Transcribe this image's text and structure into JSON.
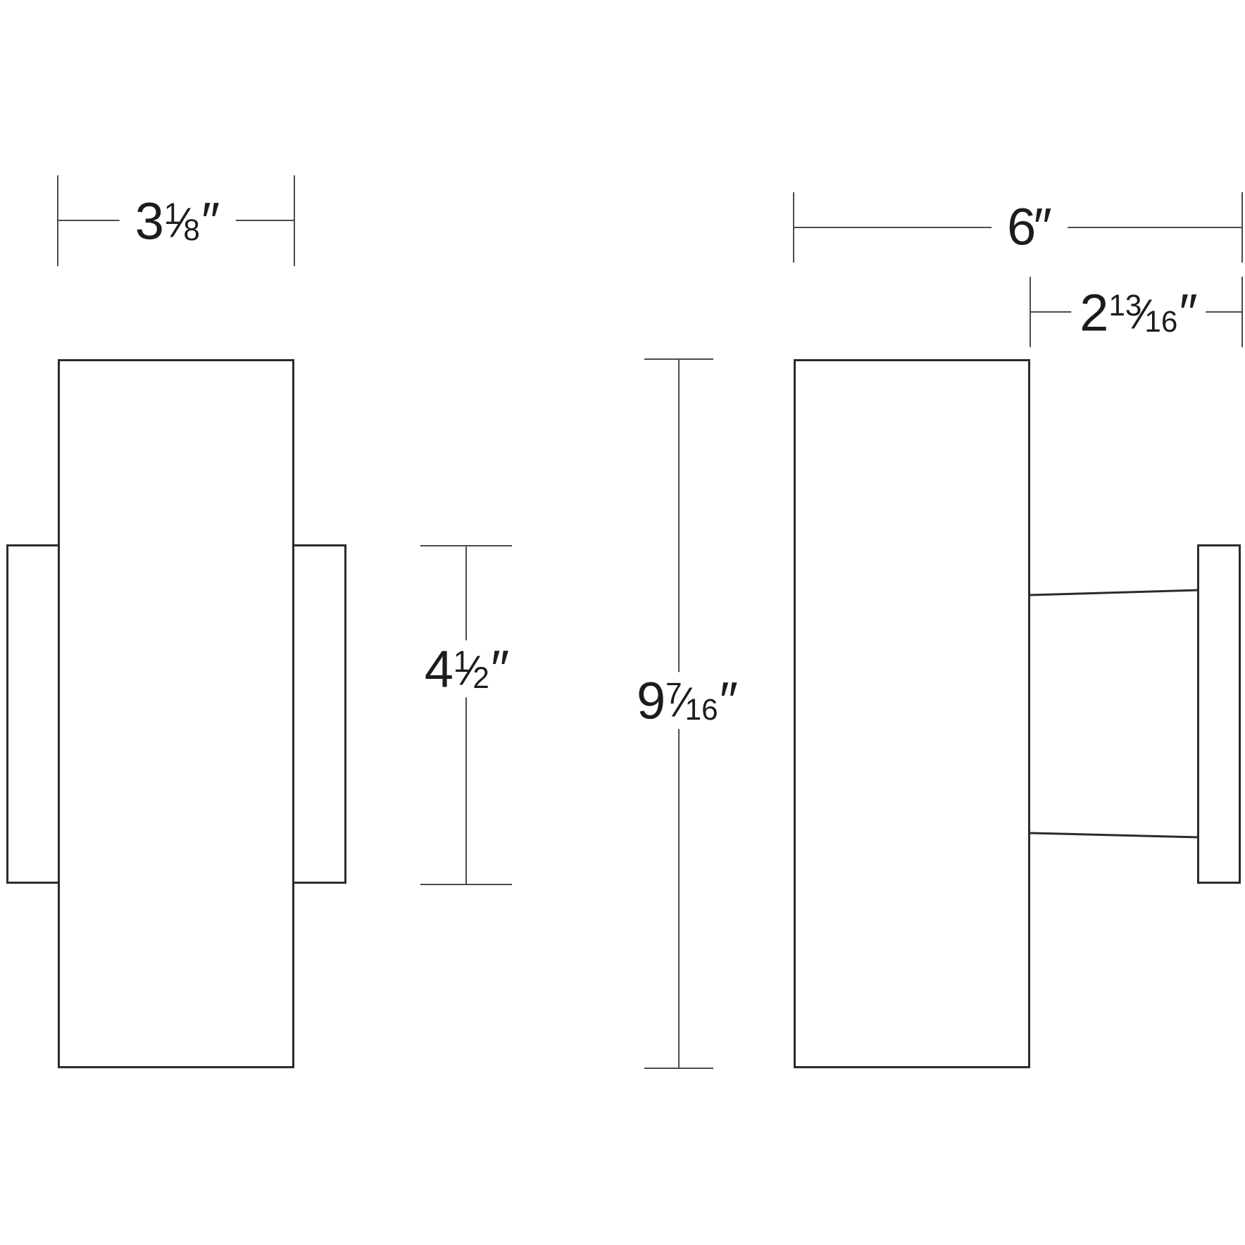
{
  "diagram": {
    "background_color": "#ffffff",
    "edge_color": "#2b2b2b",
    "dimension_line_color": "#4b4b4b",
    "text_color": "#1c1c1c",
    "dimensions": {
      "front_width": {
        "text": "3 1/8\"",
        "whole": "3",
        "num": "1",
        "slash": "⁄",
        "den": "8",
        "unit": "″"
      },
      "overall_depth": {
        "text": "6\"",
        "whole": "6",
        "num": "",
        "slash": "",
        "den": "",
        "unit": "″"
      },
      "extension_depth": {
        "text": "2 13/16\"",
        "whole": "2",
        "num": "13",
        "slash": "⁄",
        "den": "16",
        "unit": "″"
      },
      "backplate_height": {
        "text": "4 1/2\"",
        "whole": "4",
        "num": "1",
        "slash": "⁄",
        "den": "2",
        "unit": "″"
      },
      "overall_height": {
        "text": "9 7/16\"",
        "whole": "9",
        "num": "7",
        "slash": "⁄",
        "den": "16",
        "unit": "″"
      }
    }
  }
}
